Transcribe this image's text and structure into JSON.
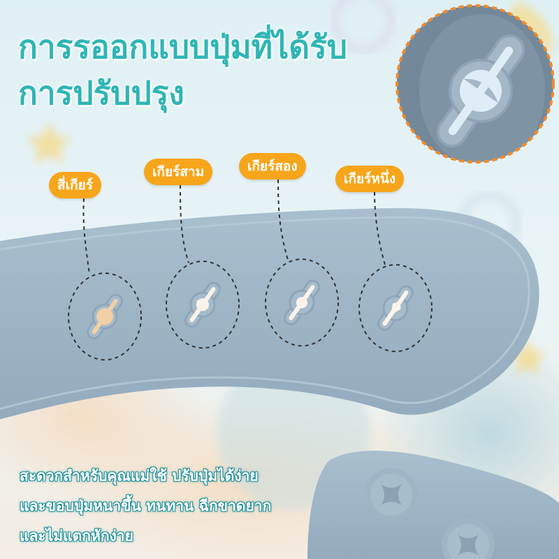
{
  "headline": {
    "line1": "การรออกแบบปุ่มที่ได้รับ",
    "line2": "การปรับปรุง"
  },
  "gear_labels": {
    "gear4": "สี่เกียร์",
    "gear3": "เกียร์สาม",
    "gear2": "เกียร์สอง",
    "gear1": "เกียร์หนึ่ง"
  },
  "description": {
    "line1": "สะดวกสำหรับคุณแม่ใช้ ปรับปุ่มได้ง่าย",
    "line2": "และขอบปุ่มหนาขึ้น ทนทาน ฉีกขาดยาก",
    "line3": "และไม่แตกหักง่าย"
  },
  "colors": {
    "headline": "#2fb5b5",
    "tag_background": "#f7a51b",
    "strap": "#9db4c4",
    "zoom_border": "#f08a2a"
  }
}
